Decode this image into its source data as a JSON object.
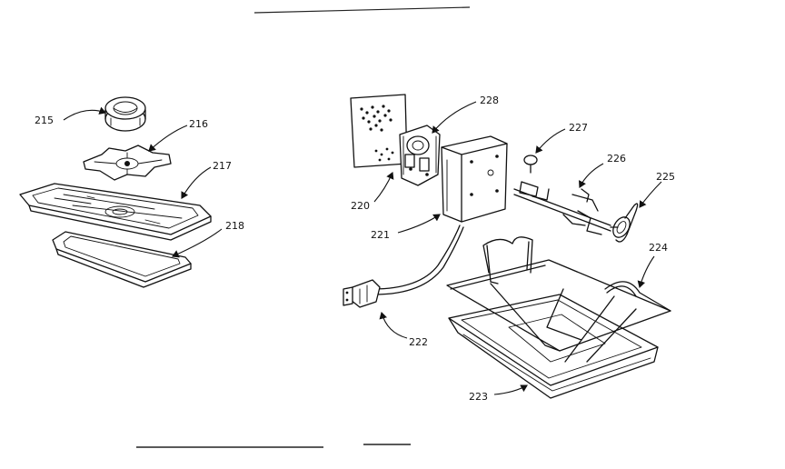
{
  "diagram": {
    "callouts": [
      {
        "id": "c215",
        "text": "215"
      },
      {
        "id": "c216",
        "text": "216"
      },
      {
        "id": "c217",
        "text": "217"
      },
      {
        "id": "c218",
        "text": "218"
      },
      {
        "id": "c220",
        "text": "220"
      },
      {
        "id": "c221",
        "text": "221"
      },
      {
        "id": "c222",
        "text": "222"
      },
      {
        "id": "c223",
        "text": "223"
      },
      {
        "id": "c224",
        "text": "224"
      },
      {
        "id": "c225",
        "text": "225"
      },
      {
        "id": "c226",
        "text": "226"
      },
      {
        "id": "c227",
        "text": "227"
      },
      {
        "id": "c228",
        "text": "228"
      }
    ]
  }
}
